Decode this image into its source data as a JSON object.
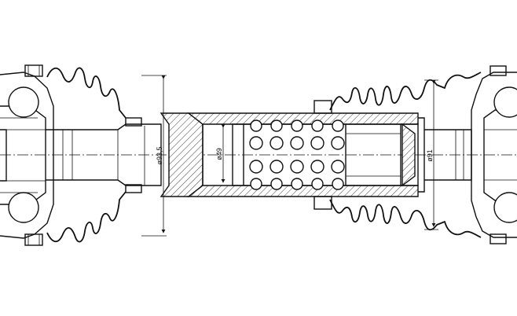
{
  "dimensions": {
    "left_boot": "ø93,5",
    "tube_inner": "ø49",
    "right_boot": "ø91"
  }
}
